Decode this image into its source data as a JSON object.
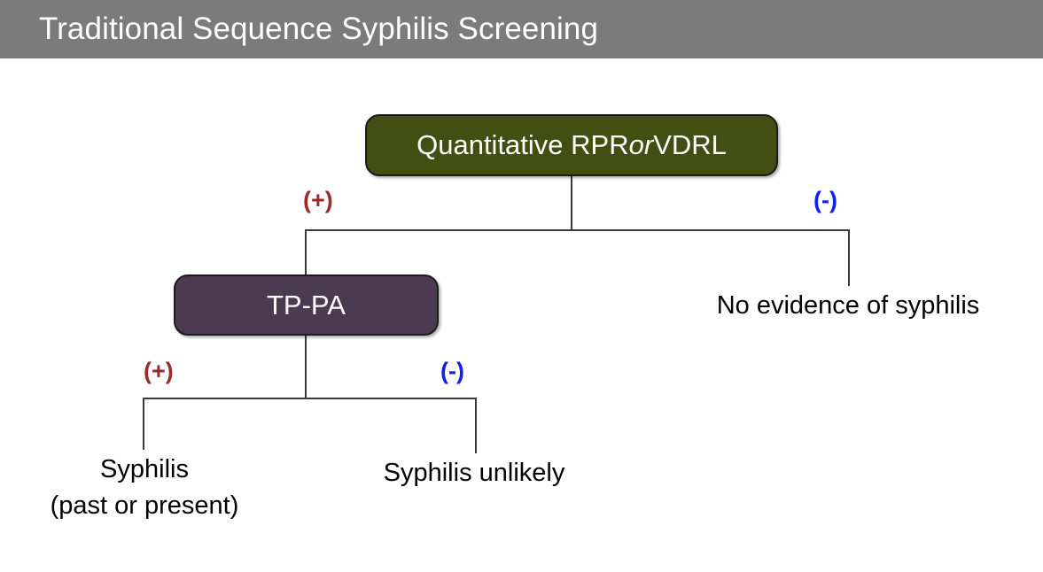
{
  "header": {
    "title": "Traditional Sequence Syphilis Screening",
    "background_color": "#7b7b7b",
    "text_color": "#ffffff"
  },
  "colors": {
    "rpr_box": "#424e12",
    "tppa_box": "#4c3a50",
    "positive_label": "#9e2a2b",
    "negative_label": "#0f22e8",
    "connector_line": "#3a3a3a",
    "page_background": "#ffffff"
  },
  "diagram": {
    "type": "flowchart",
    "nodes": [
      {
        "id": "rpr",
        "kind": "test-box",
        "label_parts": {
          "lead": "Quantitative RPR ",
          "emphasis": "or",
          "trail": " VDRL"
        },
        "label_plain": "Quantitative RPR or VDRL",
        "fill": "#424e12"
      },
      {
        "id": "tppa",
        "kind": "test-box",
        "label": "TP-PA",
        "fill": "#4c3a50"
      },
      {
        "id": "no-evidence",
        "kind": "outcome-text",
        "label": "No evidence of syphilis"
      },
      {
        "id": "syphilis",
        "kind": "outcome-text",
        "label": "Syphilis\n(past or present)"
      },
      {
        "id": "unlikely",
        "kind": "outcome-text",
        "label": "Syphilis unlikely"
      }
    ],
    "branches": [
      {
        "from": "rpr",
        "sign": "(+)",
        "to": "tppa",
        "sign_color": "#9e2a2b"
      },
      {
        "from": "rpr",
        "sign": "(-)",
        "to": "no-evidence",
        "sign_color": "#0f22e8"
      },
      {
        "from": "tppa",
        "sign": "(+)",
        "to": "syphilis",
        "sign_color": "#9e2a2b"
      },
      {
        "from": "tppa",
        "sign": "(-)",
        "to": "unlikely",
        "sign_color": "#0f22e8"
      }
    ]
  }
}
